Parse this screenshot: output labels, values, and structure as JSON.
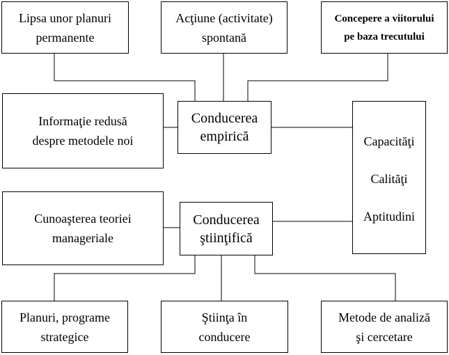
{
  "top_boxes": {
    "lack_of_plans": [
      "Lipsa unor planuri",
      "permanente"
    ],
    "spontaneous_action": [
      "Acţiune (activitate)",
      "spontană"
    ],
    "future_from_past": [
      "Concepere a viitorului",
      "pe baza trecutului"
    ]
  },
  "reduced_info": [
    "Informaţie redusă",
    "despre metodele noi"
  ],
  "empirical_management": [
    "Conducerea",
    "empirică"
  ],
  "traits": [
    "Capacităţi",
    "Calităţi",
    "Aptitudini"
  ],
  "theory_knowledge": [
    "Cunoaşterea teoriei",
    "manageriale"
  ],
  "scientific_management": [
    "Conducerea",
    "ştiinţifică"
  ],
  "bottom_boxes": {
    "strategic_plans": [
      "Planuri, programe",
      "strategice"
    ],
    "science_in_management": [
      "Ştiinţa în",
      "conducere"
    ],
    "analysis_methods": [
      "Metode de analiză",
      "şi cercetare"
    ]
  }
}
